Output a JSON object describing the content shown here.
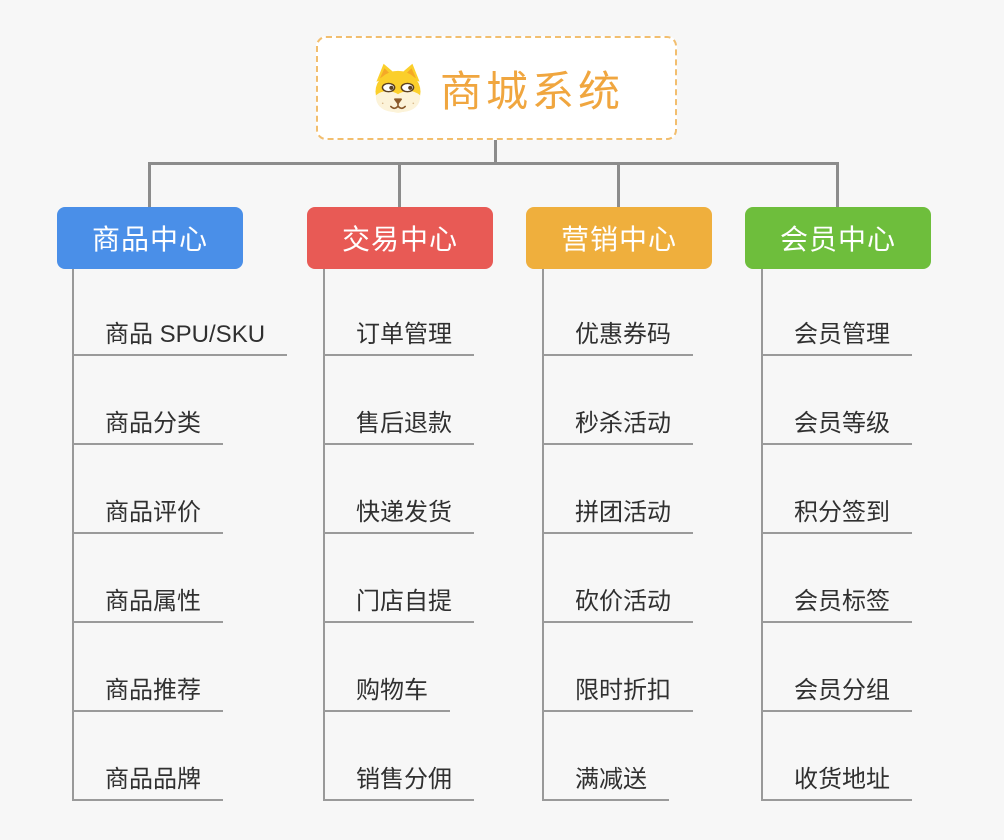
{
  "root": {
    "title": "商城系统",
    "title_color": "#F0A63F",
    "border_color": "#F2BE6E",
    "icon": "dog-icon"
  },
  "branches": [
    {
      "label": "商品中心",
      "color": "#4A8FE8",
      "items": [
        "商品 SPU/SKU",
        "商品分类",
        "商品评价",
        "商品属性",
        "商品推荐",
        "商品品牌"
      ]
    },
    {
      "label": "交易中心",
      "color": "#E85A55",
      "items": [
        "订单管理",
        "售后退款",
        "快递发货",
        "门店自提",
        "购物车",
        "销售分佣"
      ]
    },
    {
      "label": "营销中心",
      "color": "#EFAF3D",
      "items": [
        "优惠券码",
        "秒杀活动",
        "拼团活动",
        "砍价活动",
        "限时折扣",
        "满减送"
      ]
    },
    {
      "label": "会员中心",
      "color": "#6EBE3C",
      "items": [
        "会员管理",
        "会员等级",
        "积分签到",
        "会员标签",
        "会员分组",
        "收货地址"
      ]
    }
  ],
  "colors": {
    "background": "#F7F7F7",
    "connector": "#8C8C8C",
    "trunk": "#999999",
    "leaf_line": "#9A9A9A",
    "leaf_text": "#303030"
  }
}
